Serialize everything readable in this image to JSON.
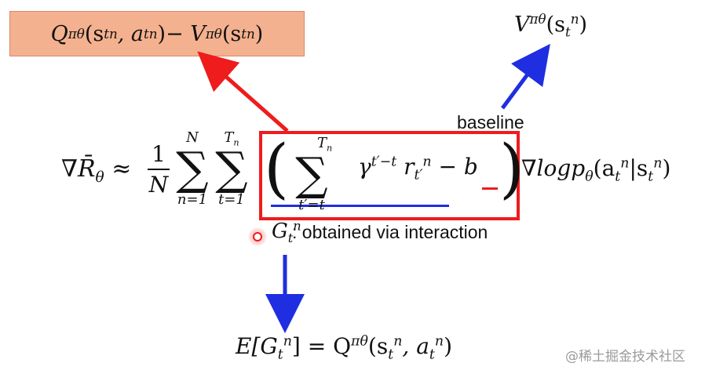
{
  "advantage_expression": {
    "q_term": "Q",
    "pi": "π",
    "theta": "θ",
    "args_q": "(s",
    "args_q_sub": "t",
    "args_q_sup": "n",
    "a": ", a",
    "minus": " − V",
    "close": ")"
  },
  "value_expression": {
    "v": "V",
    "pi_theta": "πθ",
    "open": "(s",
    "n": "n",
    "t": "t",
    "close": ")"
  },
  "baseline_label": "baseline",
  "formula": {
    "lhs": "∇R̄",
    "lhs_sub": "θ",
    "approx": " ≈ ",
    "frac_num": "1",
    "frac_den": "N",
    "sum1_upper": "N",
    "sum1_lower": "n=1",
    "sum2_upper": "T",
    "sum2_upper_sub": "n",
    "sum2_lower": "t=1",
    "sum3_upper": "T",
    "sum3_upper_sub": "n",
    "sum3_lower": "t′=t",
    "sigma": "∑",
    "paren_left": "(",
    "paren_right": ")",
    "gamma": "γ",
    "gamma_exp": "t′−t",
    "r": " r",
    "r_sup": "n",
    "r_sub": "t′",
    "minus_b": " − ",
    "b": "b",
    "grad_log": "∇logp",
    "grad_log_sub": "θ",
    "args_open": "(a",
    "args_a_sup": "n",
    "args_a_sub": "t",
    "bar": "|s",
    "args_s_sup": "n",
    "args_s_sub": "t",
    "args_close": ")"
  },
  "gtn_symbol": {
    "g": "G",
    "sup": "n",
    "sub": "t"
  },
  "gtn_caption": ": obtained via interaction",
  "expectation": {
    "e": "E[G",
    "sup": "n",
    "sub": "t",
    "eq": "] =  Q",
    "pi_theta": "πθ",
    "open": "(s",
    "n1": "n",
    "t1": "t",
    "comma": ", a",
    "n2": "n",
    "t2": "t",
    "close": ")"
  },
  "watermark": "@稀土掘金技术社区",
  "colors": {
    "red": "#ee1c1c",
    "blue": "#1f2ee0",
    "orange_fill": "#f4b18f"
  }
}
